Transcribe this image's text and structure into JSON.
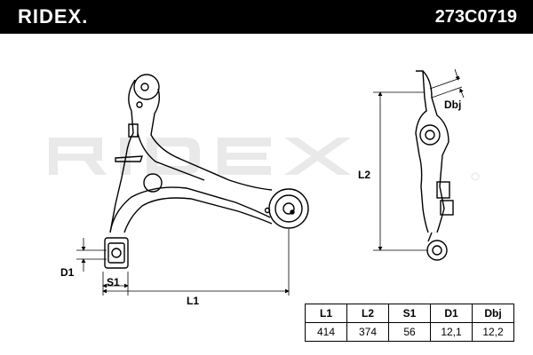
{
  "header": {
    "brand": "RIDEX.",
    "part_number": "273C0719"
  },
  "watermark": "RIDEX",
  "dimension_labels": {
    "dbj": "Dbj",
    "l2": "L2",
    "d1": "D1",
    "s1": "S1",
    "l1": "L1"
  },
  "spec_table": {
    "headers": [
      "L1",
      "L2",
      "S1",
      "D1",
      "Dbj"
    ],
    "values": [
      "414",
      "374",
      "56",
      "12,1",
      "12,2"
    ]
  }
}
